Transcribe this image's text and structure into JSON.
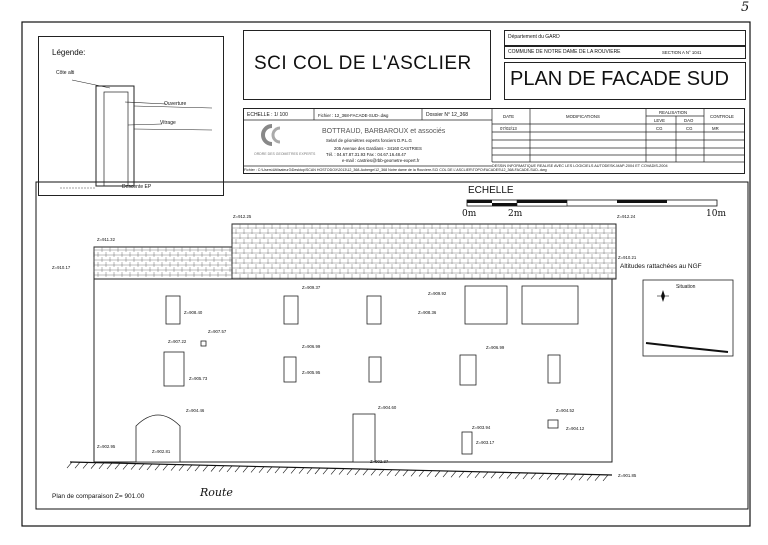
{
  "page_number": "5",
  "legend": {
    "title": "Légende:",
    "cote_alti": "Côte alti",
    "ouverture": "Ouverture",
    "vitrage": "Vitrage",
    "descente": "Descente  EP"
  },
  "title_block": {
    "project": "SCI COL DE L'ASCLIER",
    "departement": "Département du GARD",
    "commune": "COMMUNE DE NOTRE DAME DE LA ROUVIERE",
    "section": "SECTION A N° 1041",
    "plan_title": "PLAN DE FACADE SUD",
    "echelle": "ECHELLE : 1/ 100",
    "fichier_label": "Fichier : 12_368-FACADE-SUD-.dwg",
    "dossier": "Dossier N° 12_368",
    "date_head": "DATE",
    "modifications_head": "MODIFICATIONS",
    "realisation_head": "REALISATION",
    "leve_head": "LEVE",
    "dao_head": "DAO",
    "controle_head": "CONTROLE",
    "row_date": "07/02/13",
    "row_leve": "CG",
    "row_dao": "CG",
    "row_controle": "MR",
    "company": "BOTTRAUD, BARBAROUX et associés",
    "company_sub": "Selarl de géomètres experts fonciers D.P.L.G",
    "address": "205 Avenue des Gardians - 34160 CASTRIES",
    "phone": "Tél. : 04.67.87.31.93  Fax : 04.67.16.48.47",
    "email": "e-mail : castries@rbb-geometre-expert.fr",
    "logo_caption": "ORDRE DES GEOMETRES EXPERTS",
    "software_note": "DESSIN INFORMATIQUE REALISE AVEC LES LOGICIELS AUTODESK-MAP-2004 ET COVADIS-2004",
    "path_note": "Fichier : C:\\Users\\Utilisateur3\\Desktop\\SCAN HOSTODOX\\2013\\12_368-Auberge\\12_368 Notre dame de la Rouviere-SCI COL DE L'ASCLIER\\TOPO\\FACADES\\12_368-FACADE-SUD-.dwg"
  },
  "scale": {
    "title": "ECHELLE",
    "label_0": "0m",
    "label_2": "2m",
    "label_10": "10m"
  },
  "ngf_note": "Altitudes rattachées au NGF",
  "situation": "Situation",
  "plan_comparaison": "Plan de comparaison Z= 901.00",
  "route": "Route",
  "elevations": [
    "Z=912.25",
    "Z=911.32",
    "Z=912.24",
    "Z=910.17",
    "Z=910.21",
    "Z=909.37",
    "Z=909.92",
    "Z=908.40",
    "Z=908.36",
    "Z=907.57",
    "Z=907.22",
    "Z=906.99",
    "Z=906.99",
    "Z=905.95",
    "Z=905.73",
    "Z=904.46",
    "Z=904.60",
    "Z=904.52",
    "Z=904.12",
    "Z=903.94",
    "Z=903.17",
    "Z=902.95",
    "Z=902.81",
    "Z=902.37",
    "Z=901.85"
  ]
}
